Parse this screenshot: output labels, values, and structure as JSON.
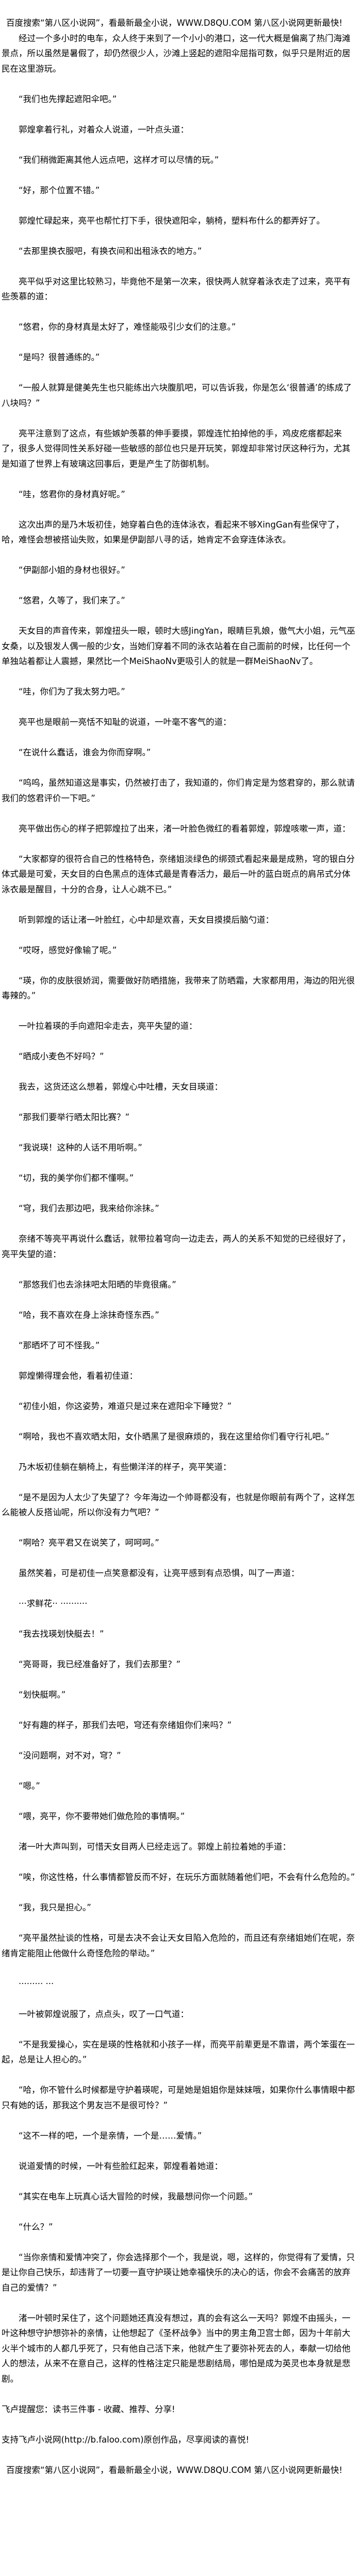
{
  "header_ad": "百度搜索“第八区小说网”，看最新最全小说，WWW.D8QU.COM   第八区小说网更新最快!",
  "paragraphs": [
    "经过一个多小时的电车，众人终于来到了一个小小的港口，这一代大概是偏离了热门海滩景点，所以虽然是暑假了，却仍然很少人，沙滩上竖起的遮阳伞屈指可数，似乎只是附近的居民在这里游玩。",
    "“我们也先撑起遮阳伞吧。”",
    "郭煌拿着行礼，对着众人说道，一叶点头道：",
    "“我们稍微距离其他人远点吧，这样才可以尽情的玩。”",
    "“好，那个位置不错。”",
    "郭煌忙碌起来，亮平也帮忙打下手，很快遮阳伞，躺椅，塑料布什么的都弄好了。",
    "“去那里换衣服吧，有换衣间和出租泳衣的地方。”",
    "亮平似乎对这里比较熟习，毕竟他不是第一次来，很快两人就穿着泳衣走了过来，亮平有些羡慕的道：",
    "“悠君，你的身材真是太好了，难怪能吸引少女们的注意。”",
    "“是吗？很普通练的。”",
    "“一般人就算是健美先生也只能练出六块腹肌吧，可以告诉我，你是怎么‘很普通’的练成了八块吗？”",
    "亮平注意到了这点，有些嫉妒羡慕的伸手要摸，郭煌连忙拍掉他的手，鸡皮疙瘩都起来了，很多人觉得同性关系好碰一些敏感的部位也只是开玩笑，郭煌却非常讨厌这种行为，尤其是知道了世界上有玻璃这回事后，更是产生了防御机制。",
    "“哇，悠君你的身材真好呢。”",
    "这次出声的是乃木坂初佳，她穿着白色的连体泳衣，看起来不够XingGan有些保守了，哈，难怪会想被搭讪失败，如果是伊副部八寻的话，她肯定不会穿连体泳衣。",
    "“伊副部小姐的身材也很好。”",
    "“悠君，久等了，我们来了。”",
    "天女目的声音传来，郭煌扭头一眼，顿时大感JingYan，眼睛巨乳娘，傲气大小姐，元气巫女桑，以及银发人偶一般的少女，当她们穿着不同的泳衣站着在自己面前的时候，比任何一个单独站着都让人震撼，果然比一个MeiShaoNv更吸引人的就是一群MeiShaoNv了。",
    "“哇，你们为了我太努力吧。”",
    "亮平也是眼前一亮恬不知耻的说道，一叶毫不客气的道：",
    "“在说什么蠢话，谁会为你而穿啊。”",
    "“呜呜，虽然知道这是事实，仍然被打击了，我知道的，你们肯定是为悠君穿的，那么就请我们的悠君评价一下吧。”",
    "亮平做出伤心的样子把郭煌拉了出来，渚一叶脸色微红的看着郭煌，郭煌咳嗽一声，道：",
    "“大家都穿的很符合自己的性格特色，奈绪姐淡绿色的绑颈式看起来最是成熟，穹的银白分体式最是可爱，天女目的白色黑点的连体式最是青春活力，最后一叶的蓝白斑点的肩吊式分体泳衣最是醒目，十分的合身，让人心跳不已。”",
    "听到郭煌的话让渚一叶脸红，心中却是欢喜，天女目摸摸后脑勺道：",
    "“哎呀，感觉好像输了呢。”",
    "“瑛，你的皮肤很娇润，需要做好防晒措施，我带来了防晒霜，大家都用用，海边的阳光很毒辣的。”",
    "一叶拉着瑛的手向遮阳伞走去，亮平失望的道：",
    "“晒成小麦色不好吗？”",
    "我去，这货还这么想着，郭煌心中吐槽，天女目瑛道：",
    "“那我们要举行晒太阳比赛？”",
    "“我说瑛！这种的人话不用听啊。”",
    "“切，我的美学你们都不懂啊。”",
    "“穹，我们去那边吧，我来给你涂抹。”",
    "奈绪不等亮平再说什么蠢话，就带拉着穹向一边走去，两人的关系不知觉的已经很好了，亮平失望的道：",
    "“那悠我们也去涂抹吧太阳晒的毕竟很痛。”",
    "“哈，我不喜欢在身上涂抹奇怪东西。”",
    "“那晒坏了可不怪我。”",
    "郭煌懒得理会他，看着初佳道：",
    "“初佳小姐，你这姿势，难道只是过来在遮阳伞下睡觉？”",
    "“啊哈，我也不喜欢晒太阳，女仆晒黑了是很麻烦的，我在这里给你们看守行礼吧。”",
    "乃木坂初佳躺在躺椅上，有些懒洋洋的样子，亮平笑道：",
    "“是不是因为人太少了失望了？今年海边一个帅哥都没有，也就是你眼前有两个了，这样怎么能被人反搭讪呢，所以你没有力气吧？”",
    "“啊哈？亮平君又在说笑了，呵呵呵。”",
    "虽然笑着，可是初佳一点笑意都没有，让亮平感到有点恐惧，叫了一声道：",
    "···求鲜花·· ··········",
    "“我去找瑛划快艇去！”",
    "“亮哥哥，我已经准备好了，我们去那里？”",
    "“划快艇啊。”",
    "“好有趣的样子，那我们去吧，穹还有奈绪姐你们来吗？”",
    "“没问题啊，对不对，穹？”",
    "“嗯。”",
    "“喂，亮平，你不要带她们做危险的事情啊。”",
    "渚一叶大声叫到，可惜天女目两人已经走远了。郭煌上前拉着她的手道：",
    "“唉，你这性格，什么事情都管反而不好，在玩乐方面就随着他们吧，不会有什么危险的。”",
    "“我，我只是担心。”",
    "“亮平虽然扯谈的性格，可是去决不会让天女目陷入危险的，而且还有奈绪姐她们在呢，奈绪肯定能阻止他做什么奇怪危险的举动。”",
    "········· ···",
    "一叶被郭煌说服了，点点头，叹了一口气道：",
    "“不是我爱操心，实在是瑛的性格就和小孩子一样，而亮平前辈更是不靠谱，两个笨蛋在一起，总是让人担心的。”",
    "“哈，你不管什么时候都是守护着瑛呢，可是她是姐姐你是妹妹哦，如果你什么事情眼中都只有她的话，那我这个男友岂不是很可怜？”",
    "“这不一样的吧，一个是亲情，一个是……爱情。”",
    "说道爱情的时候，一叶有些脸红起来，郭煌看着她道：",
    "“其实在电车上玩真心话大冒险的时候，我最想问你一个问题。”",
    "“什么？”",
    "“当你亲情和爱情冲突了，你会选择那个一个，我是说，嗯，这样的，你觉得有了爱情，只是让你自己快乐，却违背了一切要一直守护瑛让她幸福快乐的决心的话，你会不会痛苦的放弃自己的爱情？”",
    "渚一叶顿时呆住了，这个问题她还真没有想过，真的会有这么一天吗？郭煌不由摇头，一叶这种想守护想弥补的亲情，让他想起了《圣杯战争》当中的男主角卫宫士郎，因为十年前大火半个城市的人都几乎死了，只有他自己活下来，他就产生了要弥补死去的人，奉献一切给他人的想法，从来不在意自己，这样的性格注定只能是悲剧结局，哪怕是成为英灵也本身就是悲剧。"
  ],
  "footer_notes": [
    "飞卢提醒您：读书三件事 - 收藏、推荐、分享!",
    "支持飞卢小说网(http://b.faloo.com)原创作品，尽享阅读的喜悦!"
  ],
  "footer_ad": "百度搜索“第八区小说网”，看最新最全小说，WWW.D8QU.COM   第八区小说网更新最快!"
}
